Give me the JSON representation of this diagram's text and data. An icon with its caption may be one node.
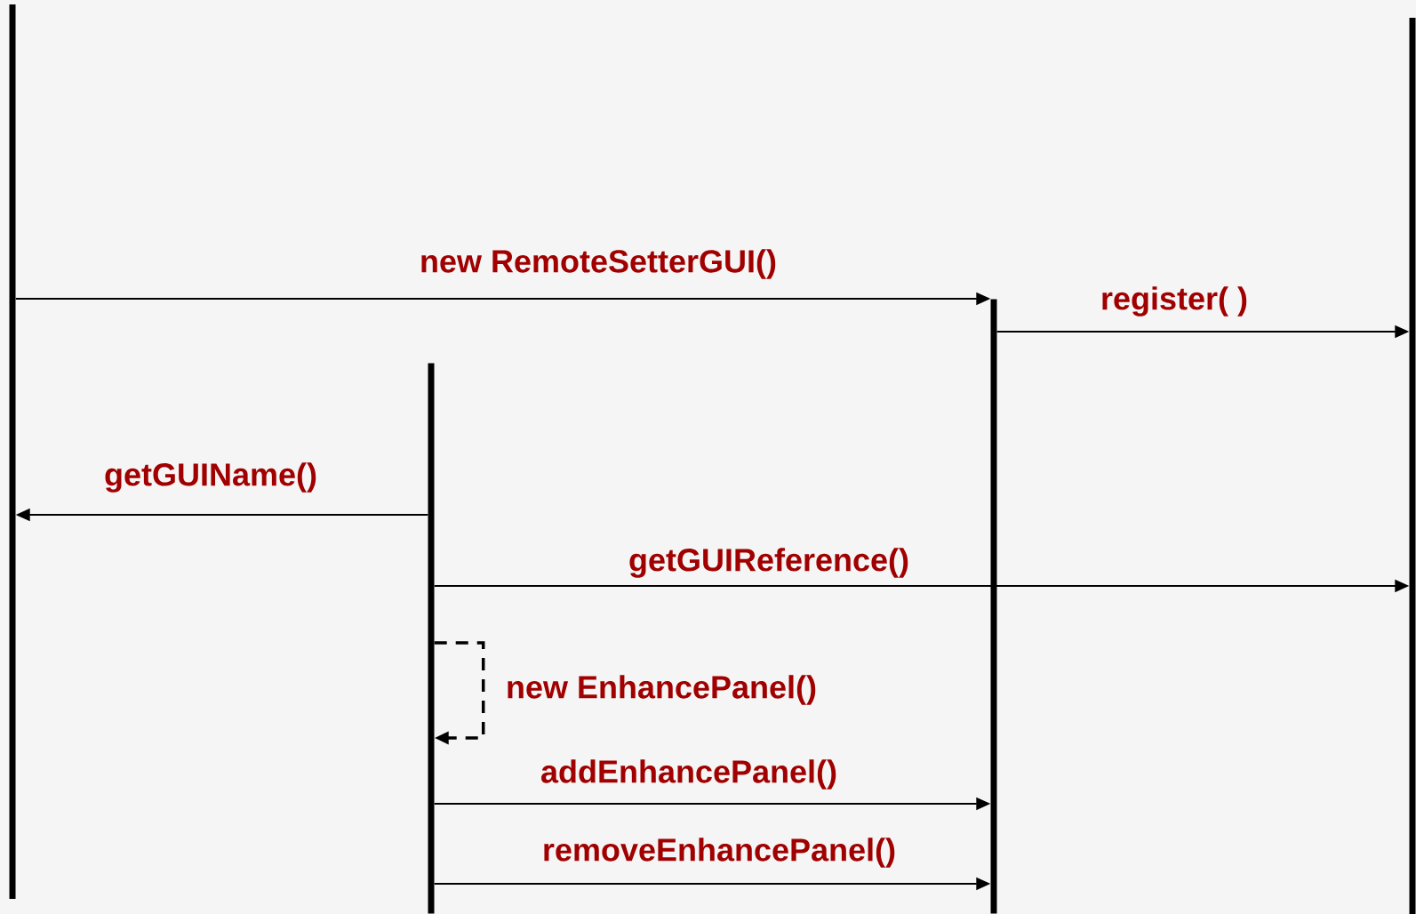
{
  "diagram": {
    "nodes": [
      {
        "text": [],
        "shape": "bar"
      },
      {
        "text": [],
        "shape": "bar"
      },
      {
        "text": [],
        "shape": "bar"
      },
      {
        "text": [],
        "shape": "bar"
      }
    ],
    "edges": [
      {
        "from": 0,
        "to": 2,
        "arrow": "to",
        "label": "new RemoteSetterGUI()"
      },
      {
        "from": 2,
        "to": 3,
        "arrow": "to",
        "label": "register( )"
      },
      {
        "from": 1,
        "to": 0,
        "arrow": "to",
        "label": "getGUIName()"
      },
      {
        "from": 1,
        "to": 3,
        "arrow": "to",
        "label": "getGUIReference()"
      },
      {
        "from": 1,
        "to": 1,
        "arrow": "to",
        "label": "new EnhancePanel()",
        "style": "dashed"
      },
      {
        "from": 1,
        "to": 2,
        "arrow": "to",
        "label": "addEnhancePanel()"
      },
      {
        "from": 1,
        "to": 2,
        "arrow": "to",
        "label": "removeEnhancePanel()"
      }
    ]
  }
}
